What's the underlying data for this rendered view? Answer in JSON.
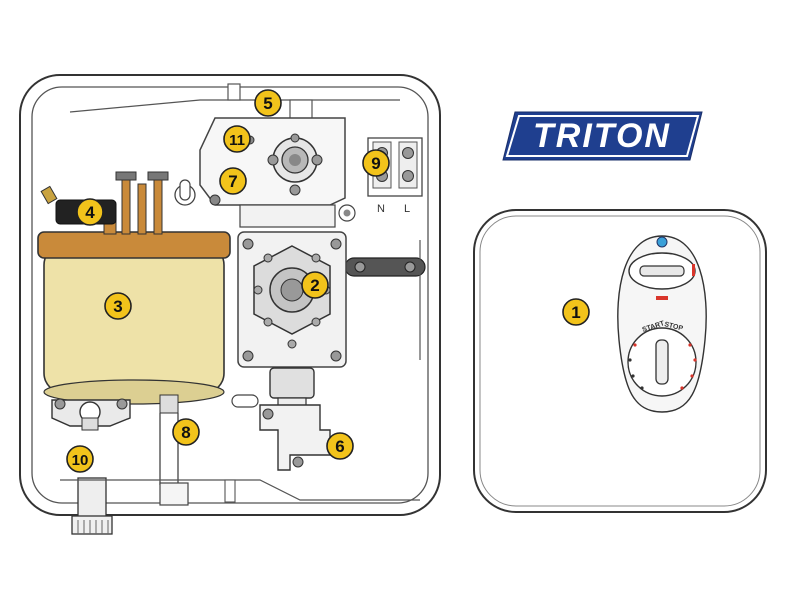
{
  "brand": {
    "logo_text": "TRITON",
    "logo_color": "#1f3f8f"
  },
  "callout_fill": "#f2c31b",
  "callouts": [
    {
      "id": "1",
      "label": "1"
    },
    {
      "id": "2",
      "label": "2"
    },
    {
      "id": "3",
      "label": "3"
    },
    {
      "id": "4",
      "label": "4"
    },
    {
      "id": "5",
      "label": "5"
    },
    {
      "id": "6",
      "label": "6"
    },
    {
      "id": "7",
      "label": "7"
    },
    {
      "id": "8",
      "label": "8"
    },
    {
      "id": "9",
      "label": "9"
    },
    {
      "id": "10",
      "label": "10"
    },
    {
      "id": "11",
      "label": "11"
    }
  ],
  "terminal_labels": {
    "neutral": "N",
    "live": "L"
  },
  "control_panel": {
    "start_label": "START",
    "stop_label": "STOP",
    "accent_color": "#d9352b",
    "indicator_color": "#3aa0d8"
  },
  "heater_can_color": "#eee2a8",
  "heater_lid_color": "#c98a3a"
}
